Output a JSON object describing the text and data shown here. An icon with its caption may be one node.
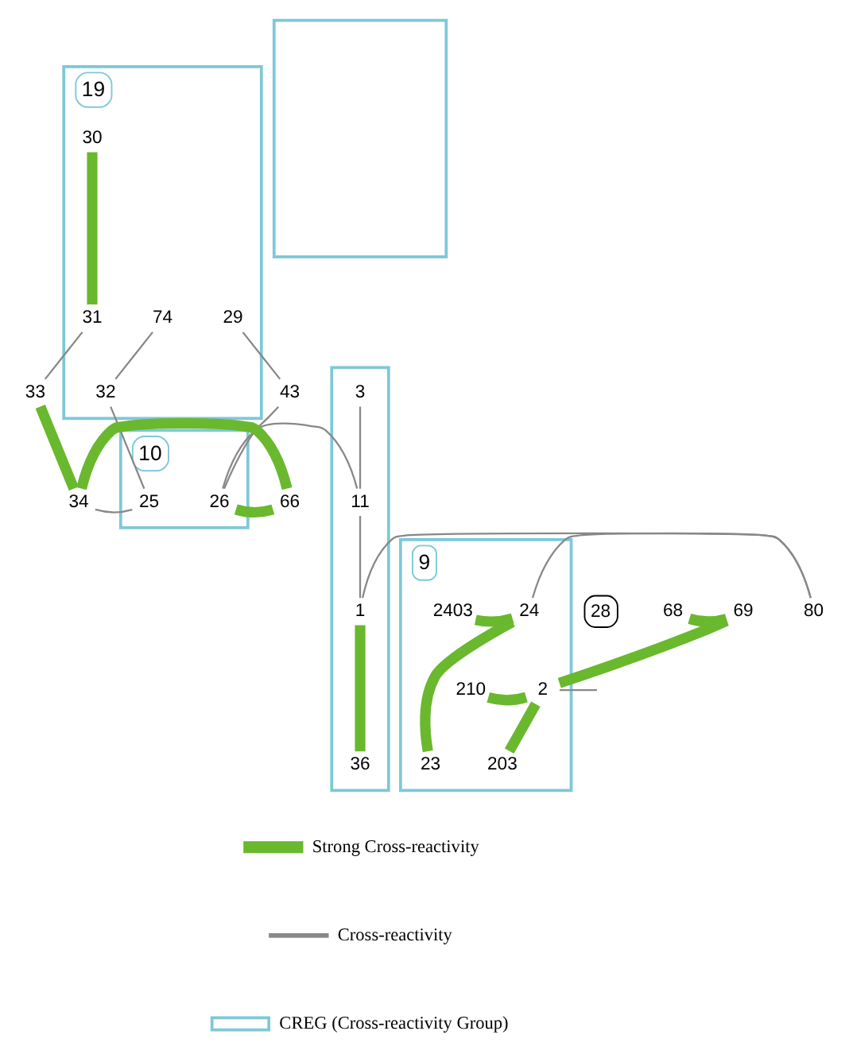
{
  "diagram": {
    "nodes": [
      {
        "text": [
          "19"
        ]
      },
      {
        "text": [
          "30"
        ],
        "in": 0
      },
      {
        "text": [
          "74"
        ],
        "in": 0
      },
      {
        "text": [
          "31"
        ],
        "in": 0
      },
      {
        "text": [
          "29"
        ],
        "in": 0
      },
      {
        "text": [
          "32"
        ],
        "in": 0
      },
      {
        "text": [],
        "shape": "box"
      },
      {
        "text": [
          "33"
        ]
      },
      {
        "text": [
          "43"
        ]
      },
      {
        "text": [],
        "shape": "box"
      },
      {
        "text": [
          "3"
        ],
        "in": 9
      },
      {
        "text": [
          "10"
        ]
      },
      {
        "text": [
          "25"
        ],
        "in": 11
      },
      {
        "text": [
          "34"
        ]
      },
      {
        "text": [
          "66"
        ]
      },
      {
        "text": [
          "26"
        ],
        "in": 11
      },
      {
        "text": [
          "11"
        ],
        "in": 9
      },
      {
        "text": [
          "9"
        ]
      },
      {
        "text": [
          "68"
        ]
      },
      {
        "text": [
          "69"
        ]
      },
      {
        "text": [
          "2403"
        ],
        "in": 17
      },
      {
        "text": [
          "24"
        ],
        "in": 17
      },
      {
        "text": [
          "80"
        ]
      },
      {
        "text": [
          "1"
        ],
        "in": 9
      },
      {
        "text": [
          "210"
        ],
        "in": 17
      },
      {
        "text": [
          "2"
        ],
        "in": 17
      },
      {
        "text": [
          "203"
        ],
        "in": 17
      },
      {
        "text": [
          "23"
        ],
        "in": 17
      },
      {
        "text": [
          "36"
        ],
        "in": 9
      }
    ],
    "edges": [
      {
        "from": 1,
        "to": 3,
        "arrow": "none",
        "style": "thick",
        "color": "#6ab82e"
      },
      {
        "from": 2,
        "to": 5,
        "arrow": "none"
      },
      {
        "from": 3,
        "to": 7,
        "arrow": "none"
      },
      {
        "from": 4,
        "to": 8,
        "arrow": "none"
      },
      {
        "from": 5,
        "to": 12,
        "arrow": "none"
      },
      {
        "from": 7,
        "to": 13,
        "arrow": "none",
        "style": "thick",
        "color": "#6ab82e"
      },
      {
        "from": 12,
        "to": 13,
        "arrow": "none"
      },
      {
        "from": 13,
        "to": 14,
        "arrow": "none",
        "style": "thick",
        "color": "#6ab82e"
      },
      {
        "from": 14,
        "to": 15,
        "arrow": "none",
        "style": "thick",
        "color": "#6ab82e"
      },
      {
        "from": 8,
        "to": 15,
        "arrow": "none"
      },
      {
        "from": 15,
        "to": 16,
        "arrow": "none"
      },
      {
        "from": 10,
        "to": 16,
        "arrow": "none"
      },
      {
        "from": 16,
        "to": 23,
        "arrow": "none"
      },
      {
        "from": 18,
        "to": 19,
        "arrow": "none",
        "style": "thick",
        "color": "#6ab82e"
      },
      {
        "from": 19,
        "to": 25,
        "arrow": "none",
        "style": "thick",
        "color": "#6ab82e"
      },
      {
        "from": 20,
        "to": 21,
        "arrow": "none",
        "style": "thick",
        "color": "#6ab82e"
      },
      {
        "from": 21,
        "to": 22,
        "arrow": "none"
      },
      {
        "from": 22,
        "to": 23,
        "arrow": "none"
      },
      {
        "from": 24,
        "to": 25,
        "arrow": "none",
        "style": "thick",
        "color": "#6ab82e"
      },
      {
        "from": 25,
        "to": null,
        "arrow": "none"
      },
      {
        "from": 21,
        "to": 27,
        "arrow": "none",
        "style": "thick",
        "color": "#6ab82e"
      },
      {
        "from": 25,
        "to": 26,
        "arrow": "none",
        "style": "thick",
        "color": "#6ab82e"
      },
      {
        "from": 23,
        "to": 28,
        "arrow": "none",
        "style": "thick",
        "color": "#6ab82e"
      }
    ],
    "labels": [
      "28"
    ],
    "legend": [
      {
        "text": "Strong Cross-reactivity",
        "color": "#6ab82e"
      },
      {
        "text": "Cross-reactivity"
      },
      {
        "text": "CREG (Cross-reactivity Group)"
      }
    ]
  }
}
